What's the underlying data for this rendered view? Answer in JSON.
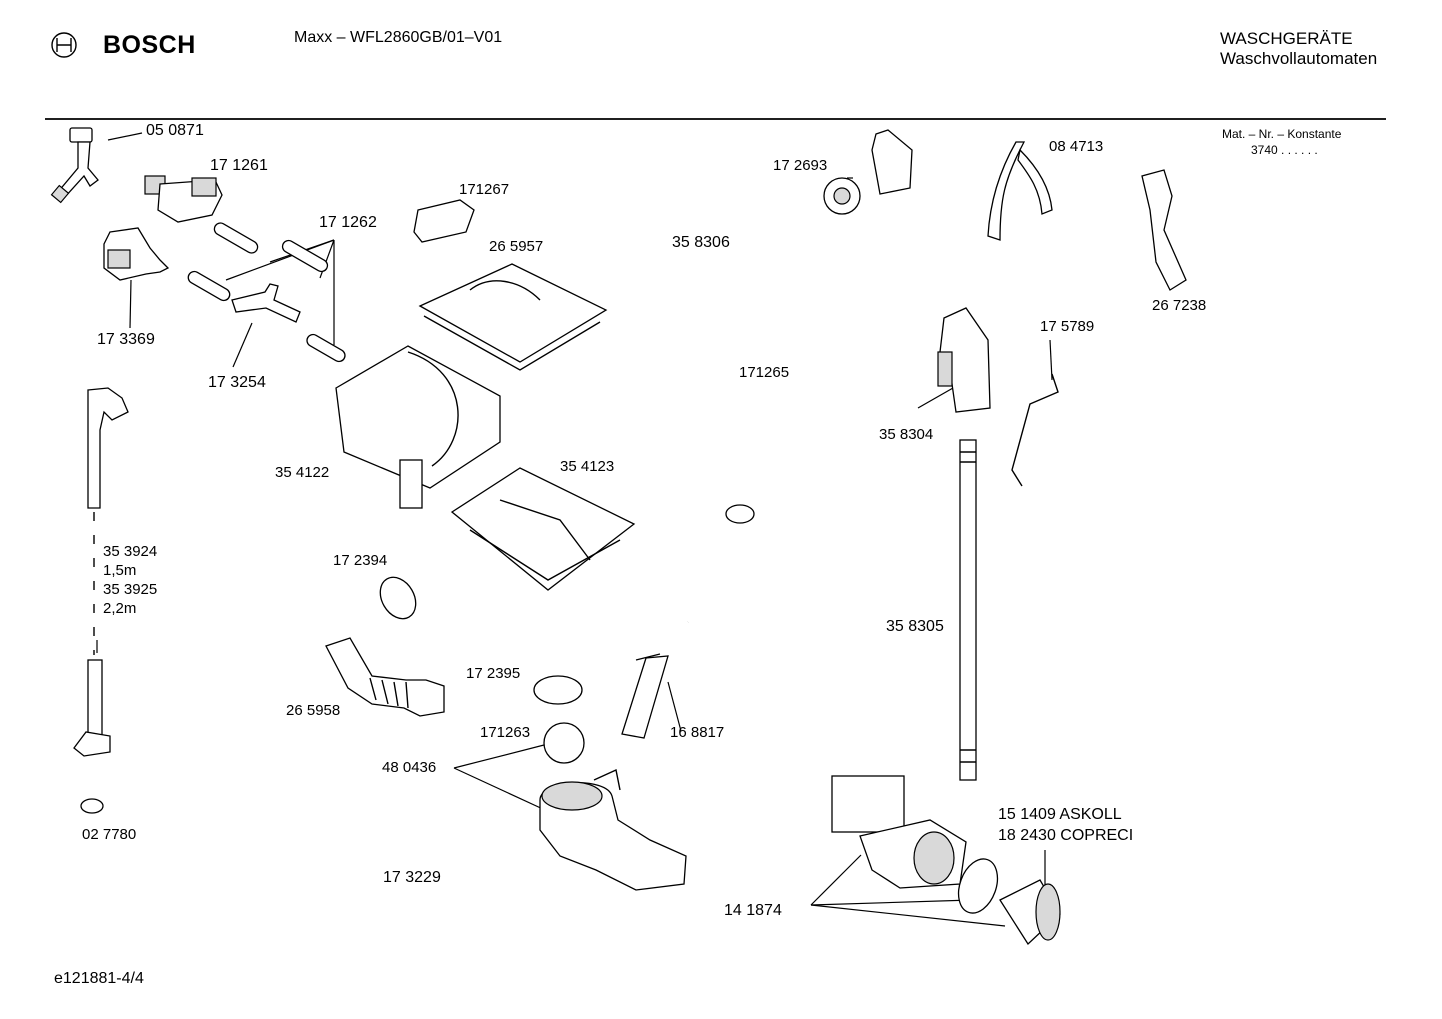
{
  "header": {
    "brand": "BOSCH",
    "model": "Maxx – WFL2860GB/01–V01",
    "category_line1": "WASCHGERÄTE",
    "category_line2": "Waschvollautomaten",
    "mat_label": "Mat. – Nr. – Konstante",
    "mat_value": "3740 . . . . . ."
  },
  "parts": {
    "p050871": "05 0871",
    "p171261": "17 1261",
    "p171267": "171267",
    "p171262": "17 1262",
    "p265957": "26 5957",
    "p173369": "17 3369",
    "p173254": "17 3254",
    "p354122": "35 4122",
    "p354123": "35 4123",
    "p353924": "35 3924",
    "p353924_len": "1,5m",
    "p353925": "35 3925",
    "p353925_len": "2,2m",
    "p172394": "17 2394",
    "p265958": "26 5958",
    "p172395": "17 2395",
    "p171263": "171263",
    "p480436": "48 0436",
    "p027780": "02 7780",
    "p173229": "17 3229",
    "p172693": "17 2693",
    "p358306": "35 8306",
    "p171265": "171265",
    "p168817": "16 8817",
    "p084713": "08 4713",
    "p267238": "26 7238",
    "p175789": "17 5789",
    "p358304": "35 8304",
    "p358305": "35 8305",
    "p151409": "15 1409  ASKOLL",
    "p182430": "18 2430  COPRECI",
    "p141874": "14 1874"
  },
  "footer": {
    "doc_id": "e121881-4/4"
  },
  "icons": {
    "logo": "bosch-armature-logo"
  }
}
